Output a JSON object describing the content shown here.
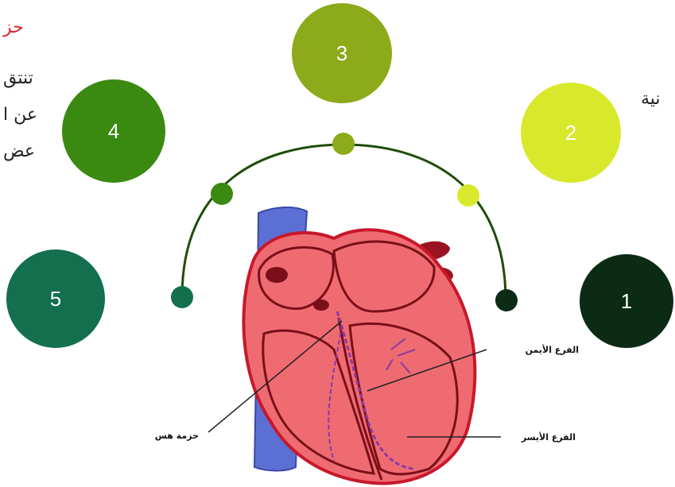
{
  "left_text": {
    "title_fragment": "حز",
    "lines": [
      "تنتق",
      "عن ا",
      "عض"
    ]
  },
  "right_text": {
    "fragment": "نية"
  },
  "circles": [
    {
      "label": "1",
      "color": "#0b2b14",
      "text_color": "#ffffff"
    },
    {
      "label": "2",
      "color": "#d8e82b",
      "text_color": "#ffffff"
    },
    {
      "label": "3",
      "color": "#8caa1a",
      "text_color": "#ffffff"
    },
    {
      "label": "4",
      "color": "#3a8a12",
      "text_color": "#ffffff"
    },
    {
      "label": "5",
      "color": "#136f4e",
      "text_color": "#ffffff"
    }
  ],
  "arc": {
    "color": "#1f4d0a",
    "dot_colors": [
      "#136f4e",
      "#3a8a12",
      "#8caa1a",
      "#d8e82b",
      "#0b2b14"
    ]
  },
  "heart_labels": {
    "right_branch": "الفرع الأيمن",
    "left_branch": "الفرع الأيسر",
    "bundle_of_his": "حزمة هس"
  },
  "colors": {
    "heart_fill": "#ef6b72",
    "heart_outline": "#7a0f19",
    "heart_dark": "#c8182a",
    "vein": "#5c6fd4",
    "artery": "#9b1320",
    "conduction": "#8a3aa0"
  }
}
